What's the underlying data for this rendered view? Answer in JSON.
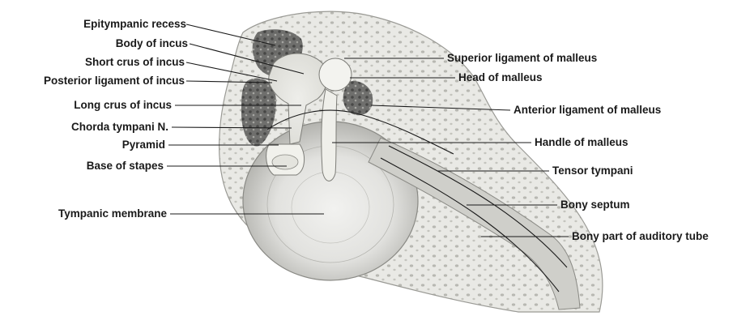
{
  "labels_left": [
    {
      "id": "epitympanic-recess",
      "text": "Epitympanic recess"
    },
    {
      "id": "body-of-incus",
      "text": "Body of incus"
    },
    {
      "id": "short-crus-of-incus",
      "text": "Short crus of incus"
    },
    {
      "id": "posterior-ligament-of-incus",
      "text": "Posterior ligament of incus"
    },
    {
      "id": "long-crus-of-incus",
      "text": "Long crus of incus"
    },
    {
      "id": "chorda-tympani-n",
      "text": "Chorda tympani N."
    },
    {
      "id": "pyramid",
      "text": "Pyramid"
    },
    {
      "id": "base-of-stapes",
      "text": "Base of stapes"
    },
    {
      "id": "tympanic-membrane",
      "text": "Tympanic membrane"
    }
  ],
  "labels_right": [
    {
      "id": "superior-ligament-of-malleus",
      "text": "Superior ligament of malleus"
    },
    {
      "id": "head-of-malleus",
      "text": "Head of malleus"
    },
    {
      "id": "anterior-ligament-of-malleus",
      "text": "Anterior ligament of malleus"
    },
    {
      "id": "handle-of-malleus",
      "text": "Handle of malleus"
    },
    {
      "id": "tensor-tympani",
      "text": "Tensor tympani"
    },
    {
      "id": "bony-septum",
      "text": "Bony septum"
    },
    {
      "id": "bony-part-of-auditory-tube",
      "text": "Bony part of auditory tube"
    }
  ]
}
